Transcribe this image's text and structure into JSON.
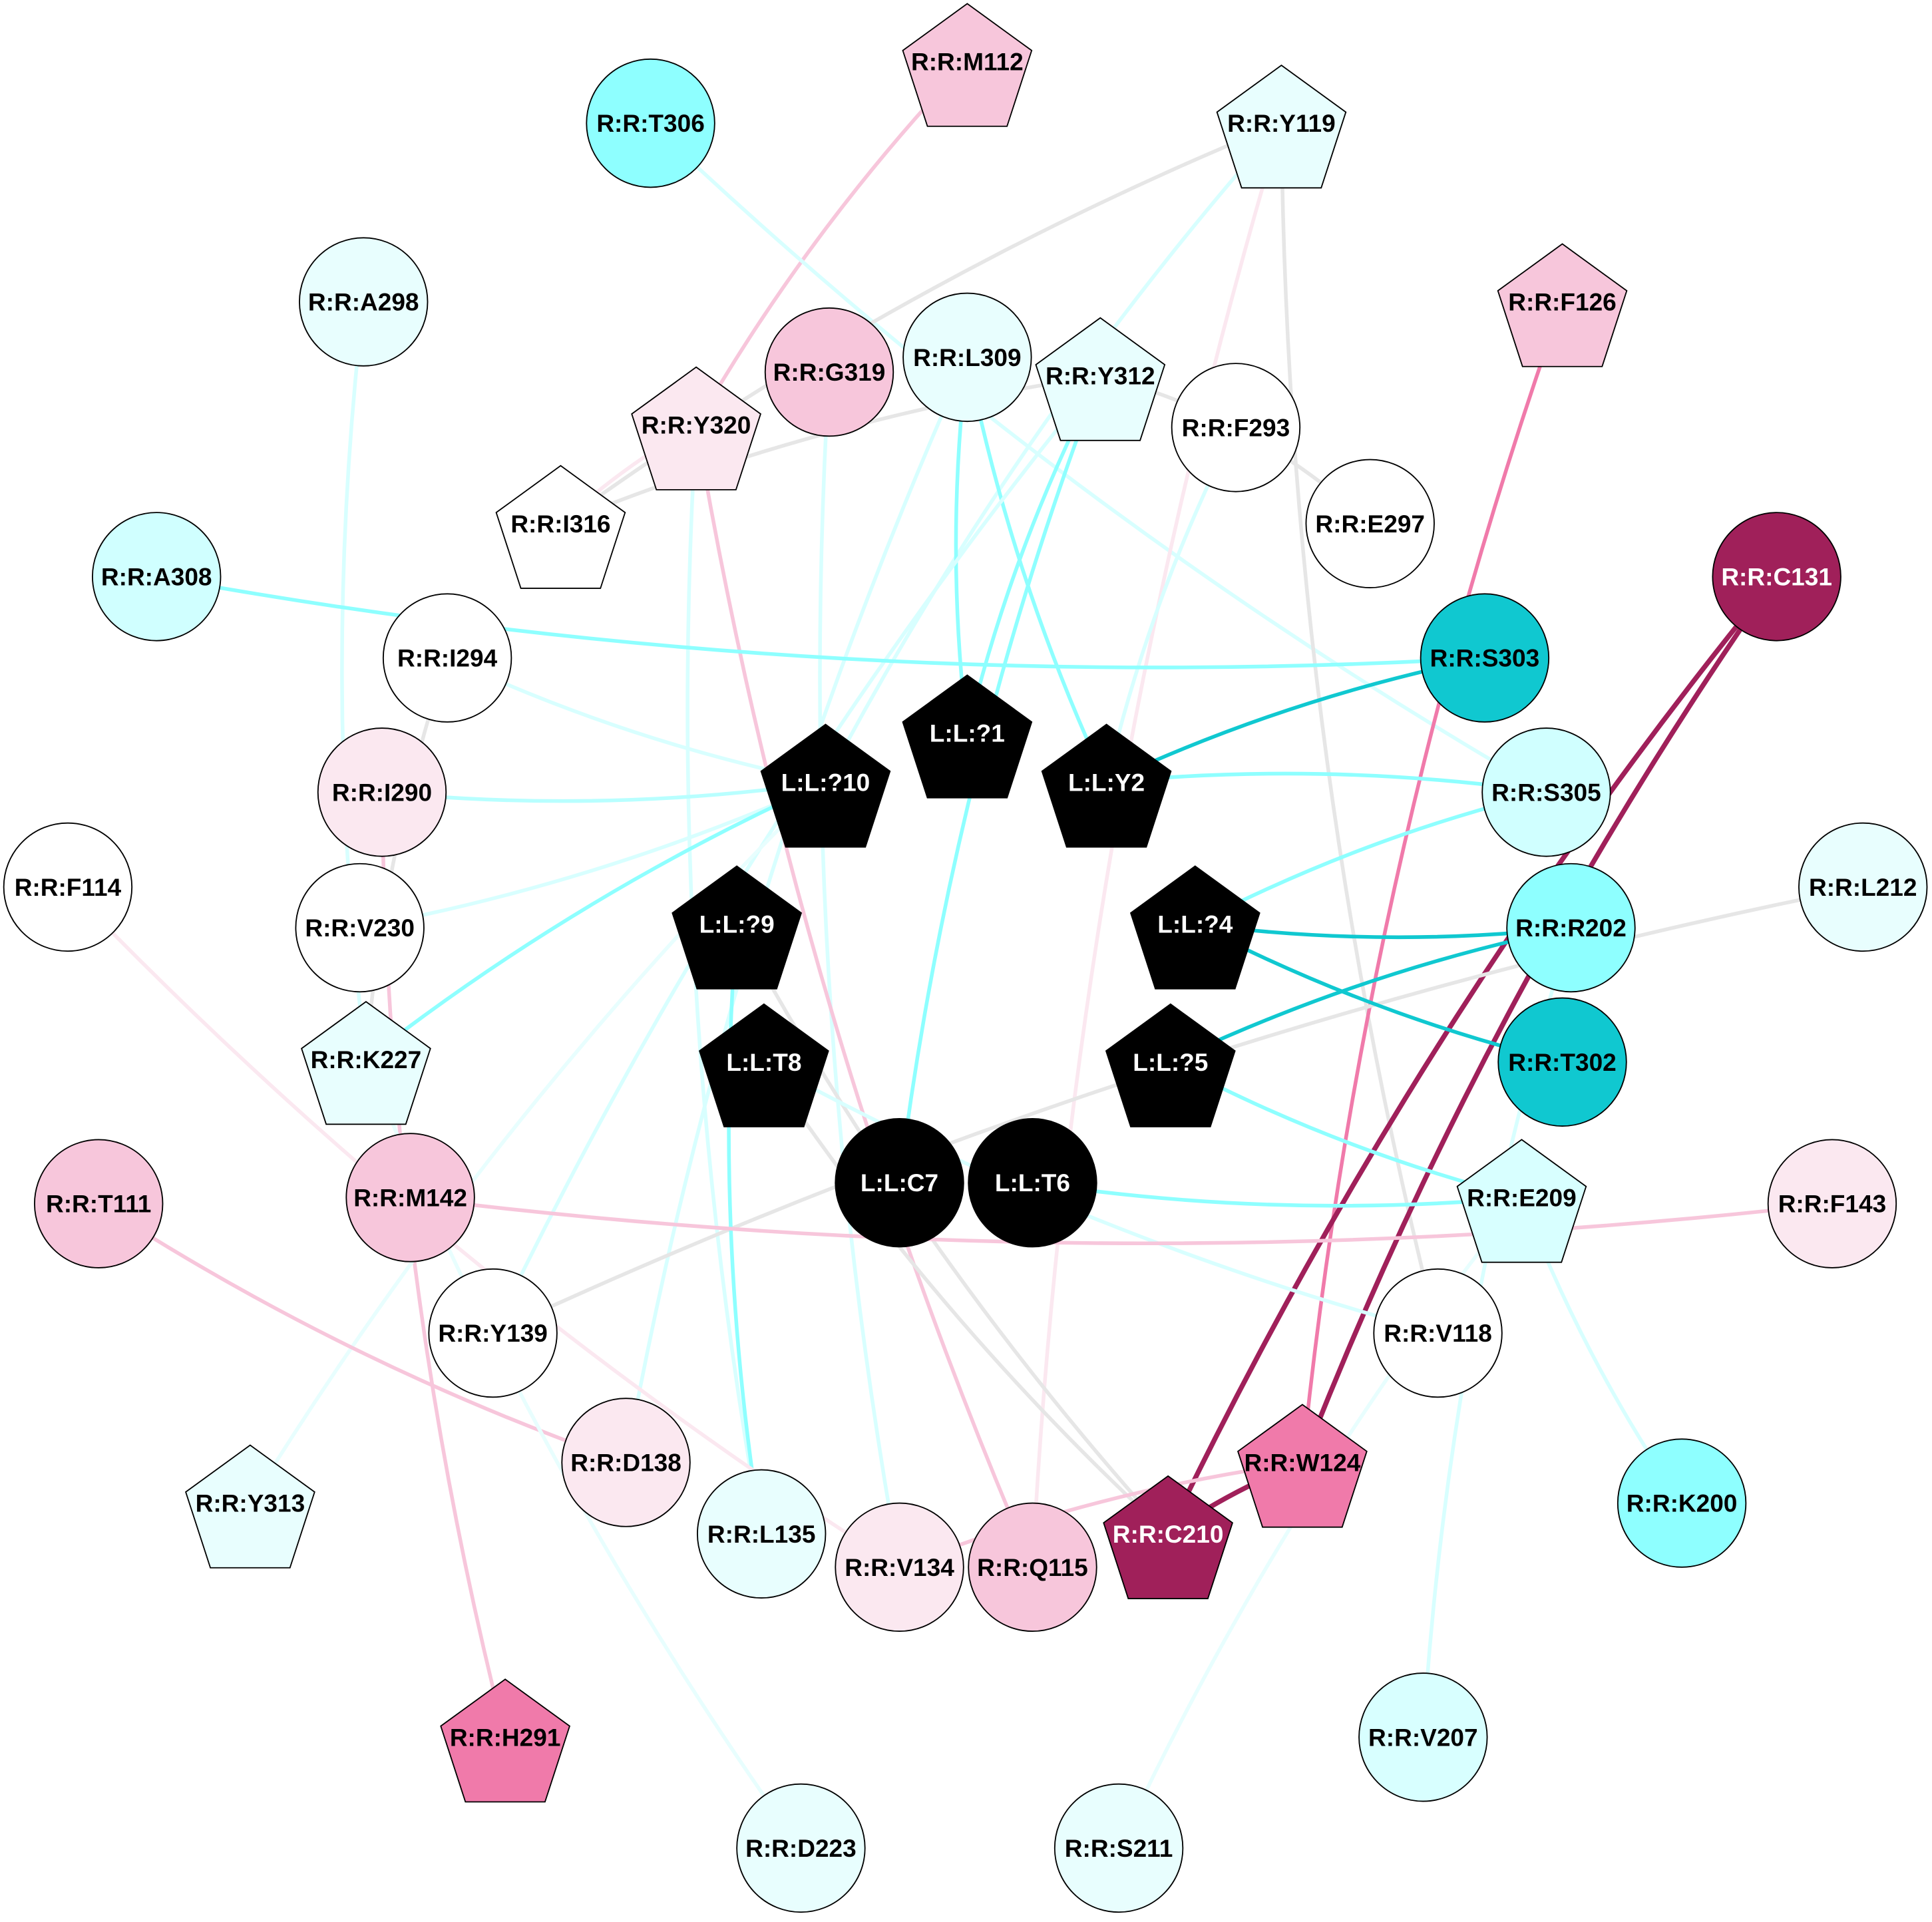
{
  "nodes": [
    {
      "label": "R:R:M112",
      "shape": "pentagon",
      "fill": "#f7c6db",
      "text": "#000"
    },
    {
      "label": "R:R:T306",
      "shape": "circle",
      "fill": "#8effff",
      "text": "#000"
    },
    {
      "label": "R:R:Y119",
      "shape": "pentagon",
      "fill": "#e8fefe",
      "text": "#000"
    },
    {
      "label": "R:R:A298",
      "shape": "circle",
      "fill": "#e8fefe",
      "text": "#000"
    },
    {
      "label": "R:R:F126",
      "shape": "pentagon",
      "fill": "#f7c6db",
      "text": "#000"
    },
    {
      "label": "R:R:G319",
      "shape": "circle",
      "fill": "#f7c6db",
      "text": "#000"
    },
    {
      "label": "R:R:L309",
      "shape": "circle",
      "fill": "#e8fefe",
      "text": "#000"
    },
    {
      "label": "R:R:Y312",
      "shape": "pentagon",
      "fill": "#e8fefe",
      "text": "#000"
    },
    {
      "label": "R:R:Y320",
      "shape": "pentagon",
      "fill": "#fbe8f0",
      "text": "#000"
    },
    {
      "label": "R:R:F293",
      "shape": "circle",
      "fill": "#ffffff",
      "text": "#000"
    },
    {
      "label": "R:R:I316",
      "shape": "pentagon",
      "fill": "#ffffff",
      "text": "#000"
    },
    {
      "label": "R:R:E297",
      "shape": "circle",
      "fill": "#ffffff",
      "text": "#000"
    },
    {
      "label": "R:R:A308",
      "shape": "circle",
      "fill": "#d0ffff",
      "text": "#000"
    },
    {
      "label": "R:R:C131",
      "shape": "circle",
      "fill": "#a0205a",
      "text": "#fff"
    },
    {
      "label": "R:R:I294",
      "shape": "circle",
      "fill": "#ffffff",
      "text": "#000"
    },
    {
      "label": "R:R:S303",
      "shape": "circle",
      "fill": "#10c8d0",
      "text": "#000"
    },
    {
      "label": "L:L:?1",
      "shape": "pentagon",
      "fill": "#000000",
      "text": "#fff"
    },
    {
      "label": "L:L:?10",
      "shape": "pentagon",
      "fill": "#000000",
      "text": "#fff"
    },
    {
      "label": "L:L:Y2",
      "shape": "pentagon",
      "fill": "#000000",
      "text": "#fff"
    },
    {
      "label": "R:R:I290",
      "shape": "circle",
      "fill": "#fbe8f0",
      "text": "#000"
    },
    {
      "label": "R:R:S305",
      "shape": "circle",
      "fill": "#d0ffff",
      "text": "#000"
    },
    {
      "label": "R:R:F114",
      "shape": "circle",
      "fill": "#ffffff",
      "text": "#000"
    },
    {
      "label": "R:R:L212",
      "shape": "circle",
      "fill": "#e8fefe",
      "text": "#000"
    },
    {
      "label": "R:R:V230",
      "shape": "circle",
      "fill": "#ffffff",
      "text": "#000"
    },
    {
      "label": "L:L:?9",
      "shape": "pentagon",
      "fill": "#000000",
      "text": "#fff"
    },
    {
      "label": "L:L:?4",
      "shape": "pentagon",
      "fill": "#000000",
      "text": "#fff"
    },
    {
      "label": "R:R:R202",
      "shape": "circle",
      "fill": "#8effff",
      "text": "#000"
    },
    {
      "label": "R:R:K227",
      "shape": "pentagon",
      "fill": "#e8fefe",
      "text": "#000"
    },
    {
      "label": "L:L:T8",
      "shape": "pentagon",
      "fill": "#000000",
      "text": "#fff"
    },
    {
      "label": "L:L:?5",
      "shape": "pentagon",
      "fill": "#000000",
      "text": "#fff"
    },
    {
      "label": "R:R:T302",
      "shape": "circle",
      "fill": "#10c8d0",
      "text": "#000"
    },
    {
      "label": "L:L:C7",
      "shape": "circle",
      "fill": "#000000",
      "text": "#fff"
    },
    {
      "label": "L:L:T6",
      "shape": "circle",
      "fill": "#000000",
      "text": "#fff"
    },
    {
      "label": "R:R:T111",
      "shape": "circle",
      "fill": "#f7c6db",
      "text": "#000"
    },
    {
      "label": "R:R:M142",
      "shape": "circle",
      "fill": "#f7c6db",
      "text": "#000"
    },
    {
      "label": "R:R:E209",
      "shape": "pentagon",
      "fill": "#d8ffff",
      "text": "#000"
    },
    {
      "label": "R:R:F143",
      "shape": "circle",
      "fill": "#fbe8f0",
      "text": "#000"
    },
    {
      "label": "R:R:Y139",
      "shape": "circle",
      "fill": "#ffffff",
      "text": "#000"
    },
    {
      "label": "R:R:V118",
      "shape": "circle",
      "fill": "#ffffff",
      "text": "#000"
    },
    {
      "label": "R:R:D138",
      "shape": "circle",
      "fill": "#fbe8f0",
      "text": "#000"
    },
    {
      "label": "R:R:W124",
      "shape": "pentagon",
      "fill": "#f07aaa",
      "text": "#000"
    },
    {
      "label": "R:R:Y313",
      "shape": "pentagon",
      "fill": "#e8fefe",
      "text": "#000"
    },
    {
      "label": "R:R:K200",
      "shape": "circle",
      "fill": "#8effff",
      "text": "#000"
    },
    {
      "label": "R:R:L135",
      "shape": "circle",
      "fill": "#e8fefe",
      "text": "#000"
    },
    {
      "label": "R:R:V134",
      "shape": "circle",
      "fill": "#fbe8f0",
      "text": "#000"
    },
    {
      "label": "R:R:Q115",
      "shape": "circle",
      "fill": "#f7c6db",
      "text": "#000"
    },
    {
      "label": "R:R:C210",
      "shape": "pentagon",
      "fill": "#a0205a",
      "text": "#fff"
    },
    {
      "label": "R:R:H291",
      "shape": "pentagon",
      "fill": "#f07aaa",
      "text": "#000"
    },
    {
      "label": "R:R:V207",
      "shape": "circle",
      "fill": "#d8ffff",
      "text": "#000"
    },
    {
      "label": "R:R:D223",
      "shape": "circle",
      "fill": "#e8fefe",
      "text": "#000"
    },
    {
      "label": "R:R:S211",
      "shape": "circle",
      "fill": "#e8fefe",
      "text": "#000"
    }
  ],
  "edges": [
    {
      "source": "R:R:M112",
      "target": "R:R:Y320",
      "color": "#f7c6db"
    },
    {
      "source": "R:R:T306",
      "target": "R:R:S305",
      "color": "#d8ffff"
    },
    {
      "source": "R:R:Y119",
      "target": "R:R:I316",
      "color": "#e6e6e6"
    },
    {
      "source": "R:R:Y119",
      "target": "R:R:V118",
      "color": "#e6e6e6"
    },
    {
      "source": "R:R:Y119",
      "target": "R:R:Q115",
      "color": "#fbe8f0"
    },
    {
      "source": "R:R:Y119",
      "target": "L:L:?10",
      "color": "#d8ffff"
    },
    {
      "source": "R:R:A298",
      "target": "R:R:K227",
      "color": "#d8ffff"
    },
    {
      "source": "R:R:F126",
      "target": "R:R:W124",
      "color": "#f07aaa"
    },
    {
      "source": "R:R:G319",
      "target": "R:R:V134",
      "color": "#d8ffff"
    },
    {
      "source": "R:R:L309",
      "target": "L:L:?1",
      "color": "#8effff"
    },
    {
      "source": "R:R:L309",
      "target": "L:L:Y2",
      "color": "#8effff"
    },
    {
      "source": "R:R:L309",
      "target": "R:R:D138",
      "color": "#d8ffff"
    },
    {
      "source": "R:R:Y312",
      "target": "L:L:C7",
      "color": "#8effff"
    },
    {
      "source": "R:R:Y312",
      "target": "L:L:?1",
      "color": "#8effff"
    },
    {
      "source": "R:R:Y312",
      "target": "R:R:I316",
      "color": "#e6e6e6"
    },
    {
      "source": "R:R:Y312",
      "target": "R:R:Y139",
      "color": "#d8ffff"
    },
    {
      "source": "R:R:Y320",
      "target": "R:R:Q115",
      "color": "#f7c6db"
    },
    {
      "source": "R:R:Y320",
      "target": "R:R:I316",
      "color": "#fbe8f0"
    },
    {
      "source": "R:R:Y320",
      "target": "R:R:L135",
      "color": "#d8ffff"
    },
    {
      "source": "R:R:F293",
      "target": "L:L:Y2",
      "color": "#d8ffff"
    },
    {
      "source": "R:R:F293",
      "target": "R:R:Y312",
      "color": "#e6e6e6"
    },
    {
      "source": "R:R:E297",
      "target": "R:R:F293",
      "color": "#e6e6e6"
    },
    {
      "source": "R:R:A308",
      "target": "R:R:S303",
      "color": "#8effff"
    },
    {
      "source": "R:R:C131",
      "target": "R:R:C210",
      "color": "#a0205a"
    },
    {
      "source": "R:R:C131",
      "target": "R:R:W124",
      "color": "#a0205a"
    },
    {
      "source": "R:R:I294",
      "target": "L:L:?10",
      "color": "#d8ffff"
    },
    {
      "source": "R:R:I294",
      "target": "R:R:K227",
      "color": "#e6e6e6"
    },
    {
      "source": "R:R:S303",
      "target": "L:L:Y2",
      "color": "#10c8d0"
    },
    {
      "source": "R:R:I290",
      "target": "L:L:?10",
      "color": "#b8ffff"
    },
    {
      "source": "R:R:I290",
      "target": "R:R:H291",
      "color": "#f7c6db"
    },
    {
      "source": "R:R:S305",
      "target": "L:L:Y2",
      "color": "#8effff"
    },
    {
      "source": "R:R:S305",
      "target": "L:L:?4",
      "color": "#8effff"
    },
    {
      "source": "R:R:L212",
      "target": "R:R:Y139",
      "color": "#e6e6e6"
    },
    {
      "source": "R:R:V230",
      "target": "L:L:?10",
      "color": "#d8ffff"
    },
    {
      "source": "L:L:?10",
      "target": "R:R:K227",
      "color": "#8effff"
    },
    {
      "source": "L:L:?10",
      "target": "R:R:Y313",
      "color": "#e8fefe"
    },
    {
      "source": "L:L:?9",
      "target": "R:R:L135",
      "color": "#8effff"
    },
    {
      "source": "L:L:?9",
      "target": "R:R:C210",
      "color": "#e6e6e6"
    },
    {
      "source": "L:L:?4",
      "target": "R:R:R202",
      "color": "#10c8d0"
    },
    {
      "source": "L:L:?4",
      "target": "R:R:T302",
      "color": "#10c8d0"
    },
    {
      "source": "R:R:R202",
      "target": "L:L:?5",
      "color": "#10c8d0"
    },
    {
      "source": "R:R:R202",
      "target": "R:R:V207",
      "color": "#d8ffff"
    },
    {
      "source": "L:L:?5",
      "target": "R:R:E209",
      "color": "#8effff"
    },
    {
      "source": "L:L:T8",
      "target": "R:R:V118",
      "color": "#d8ffff"
    },
    {
      "source": "L:L:T8",
      "target": "R:R:C210",
      "color": "#e6e6e6"
    },
    {
      "source": "L:L:T6",
      "target": "R:R:E209",
      "color": "#8effff"
    },
    {
      "source": "R:R:M142",
      "target": "R:R:F143",
      "color": "#f7c6db"
    },
    {
      "source": "R:R:F114",
      "target": "R:R:V134",
      "color": "#fbe8f0"
    },
    {
      "source": "R:R:T111",
      "target": "R:R:D138",
      "color": "#f7c6db"
    },
    {
      "source": "R:R:E209",
      "target": "R:R:K200",
      "color": "#d8ffff"
    },
    {
      "source": "R:R:E209",
      "target": "R:R:S211",
      "color": "#e8fefe"
    },
    {
      "source": "R:R:W124",
      "target": "R:R:C210",
      "color": "#a0205a"
    },
    {
      "source": "R:R:W124",
      "target": "R:R:V134",
      "color": "#f7c6db"
    },
    {
      "source": "R:R:K227",
      "target": "R:R:D223",
      "color": "#e8fefe"
    }
  ]
}
